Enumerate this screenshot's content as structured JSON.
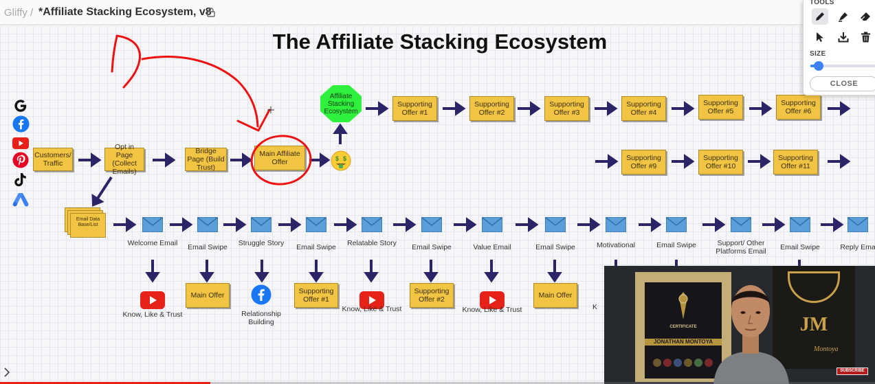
{
  "app": {
    "brand": "Gliffy",
    "separator": "/",
    "document_title": "*Affiliate Stacking Ecosystem, v8"
  },
  "diagram": {
    "title": "The Affiliate Stacking Ecosystem",
    "traffic_sources": [
      "google-icon",
      "facebook-icon",
      "youtube-icon",
      "pinterest-icon",
      "tiktok-icon",
      "google-ads-icon"
    ],
    "main_flow": {
      "customers": "Customers/ Traffic",
      "optin": "Opt in Page (Collect Emails)",
      "bridge": "Bridge Page (Build Trust)",
      "main_offer": "Main Affiliate Offer",
      "money_icon": "money-face-icon",
      "ecosystem": "Affiliate Stacking Ecosystem"
    },
    "supporting_offers_row1": [
      "Supporting Offer #1",
      "Supporting Offer #2",
      "Supporting Offer #3",
      "Supporting Offer #4",
      "Supporting Offer #5",
      "Supporting Offer #6"
    ],
    "supporting_offers_row2": [
      "Supporting Offer #9",
      "Supporting Offer #10",
      "Supporting Offer #11"
    ],
    "email_list_label": "Email Data Base/List",
    "emails": [
      {
        "label": "Welcome Email",
        "result_type": "youtube",
        "result_label": "Know, Like & Trust"
      },
      {
        "label": "Email Swipe",
        "result_type": "box",
        "result_label": "Main Offer"
      },
      {
        "label": "Struggle Story",
        "result_type": "facebook",
        "result_label": "Relationship Building"
      },
      {
        "label": "Email Swipe",
        "result_type": "box",
        "result_label": "Supporting Offer #1"
      },
      {
        "label": "Relatable Story",
        "result_type": "youtube",
        "result_label": "Know, Like & Trust"
      },
      {
        "label": "Email Swipe",
        "result_type": "box",
        "result_label": "Supporting Offer #2"
      },
      {
        "label": "Value Email",
        "result_type": "youtube",
        "result_label": "Know, Like & Trust"
      },
      {
        "label": "Email Swipe",
        "result_type": "box",
        "result_label": "Main Offer"
      },
      {
        "label": "Motivational",
        "result_type": "hidden",
        "result_label": ""
      },
      {
        "label": "Email Swipe",
        "result_type": "hidden",
        "result_label": ""
      },
      {
        "label": "Support/ Other Platforms Email",
        "result_type": "hidden",
        "result_label": ""
      },
      {
        "label": "Email Swipe",
        "result_type": "hidden",
        "result_label": ""
      },
      {
        "label": "Reply Ema",
        "result_type": "hidden",
        "result_label": ""
      }
    ],
    "partial_caption": "K"
  },
  "colors": {
    "box_fill": "#f2c444",
    "arrow": "#2b2466",
    "envelope": "#5a9fd8",
    "octagon": "#2ff03d",
    "annotation": "#ee1111",
    "youtube": "#e62117",
    "facebook": "#1877f2"
  },
  "tools_panel": {
    "title": "TOOLS",
    "tools": [
      "pencil-icon",
      "marker-icon",
      "eraser-icon",
      "pointer-icon",
      "download-icon",
      "trash-icon"
    ],
    "size_label": "SIZE",
    "size_value": 0.12,
    "close_label": "CLOSE"
  },
  "webcam": {
    "certificate_title": "CERTIFICATE",
    "certificate_name": "JONATHAN MONTOYA",
    "monogram": "JM",
    "signature": "Montoya",
    "badge": "SUBSCRIBE"
  },
  "video": {
    "progress": 0.24
  }
}
